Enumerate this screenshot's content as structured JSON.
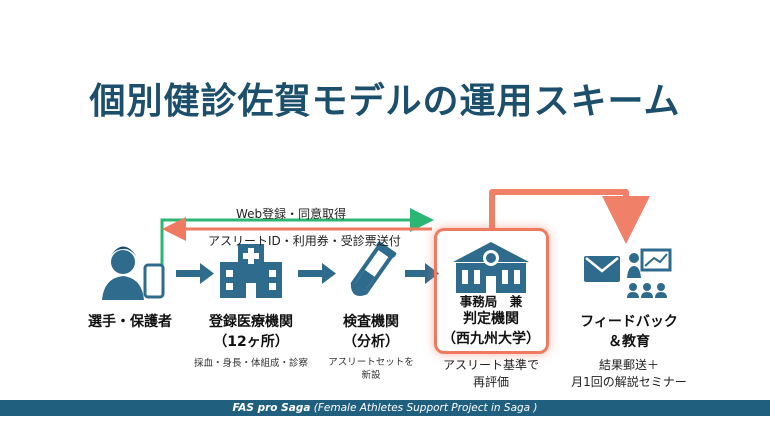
{
  "title": "個別健診佐賀モデルの運用スキーム",
  "flows": {
    "top": "Web登録・同意取得",
    "return": "アスリートID・利用券・受診票送付"
  },
  "nodes": [
    {
      "label": "選手・保護者",
      "icon": "athlete-phone-icon"
    },
    {
      "label_line1": "登録医療機関",
      "label_line2": "（12ヶ所）",
      "sub": "採血・身長・体組成・診察",
      "icon": "hospital-icon"
    },
    {
      "label_line1": "検査機関",
      "label_line2": "（分析）",
      "sub_line1": "アスリートセットを",
      "sub_line2": "新設",
      "icon": "test-tube-icon"
    },
    {
      "top_line": "事務局　兼",
      "label_line1": "判定機関",
      "label_line2": "（西九州大学）",
      "note_line1": "アスリート基準で",
      "note_line2": "再評価",
      "icon": "university-brain-icon"
    },
    {
      "label_line1": "フィードバック",
      "label_line2": "＆教育",
      "note_line1": "結果郵送＋",
      "note_line2": "月1回の解説セミナー",
      "icon": "mail-seminar-icon"
    }
  ],
  "colors": {
    "title": "#1c4f6b",
    "icon": "#2f6b8c",
    "green_arrow": "#2bb673",
    "red_arrow": "#f07a5f",
    "footer": "#205f7e"
  },
  "footer": {
    "bold": "FAS pro Saga",
    "rest": " (Female Athletes Support Project in Saga )"
  }
}
